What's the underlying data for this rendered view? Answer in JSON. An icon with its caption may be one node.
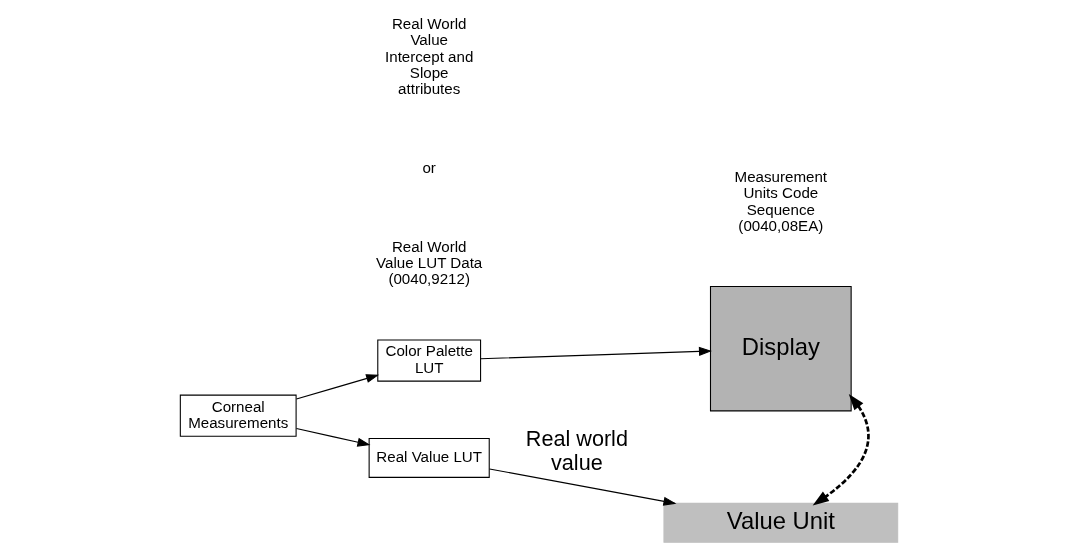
{
  "diagram": {
    "nodes": [
      {
        "text": [
          "Corneal Measurements"
        ]
      },
      {
        "text": [
          "Color Palette LUT"
        ]
      },
      {
        "text": [
          "Display"
        ]
      },
      {
        "text": [
          "Real Value LUT"
        ]
      },
      {
        "text": [
          "Value Unit"
        ]
      }
    ],
    "edges": [
      {
        "from": 0,
        "to": 1,
        "arrow": "to"
      },
      {
        "from": 0,
        "to": 3,
        "arrow": "to"
      },
      {
        "from": 1,
        "to": 2,
        "arrow": "to"
      },
      {
        "from": 3,
        "to": 4,
        "arrow": "to",
        "label": "Real world value"
      },
      {
        "from": 2,
        "to": 4,
        "arrow": "both",
        "style": "dashed"
      }
    ],
    "labels": [
      "Real World Value LUT Data (0040,9212)",
      "or",
      "Real World Value Intercept and Slope attributes",
      "Measurement Units Code Sequence (0040,08EA)"
    ]
  }
}
